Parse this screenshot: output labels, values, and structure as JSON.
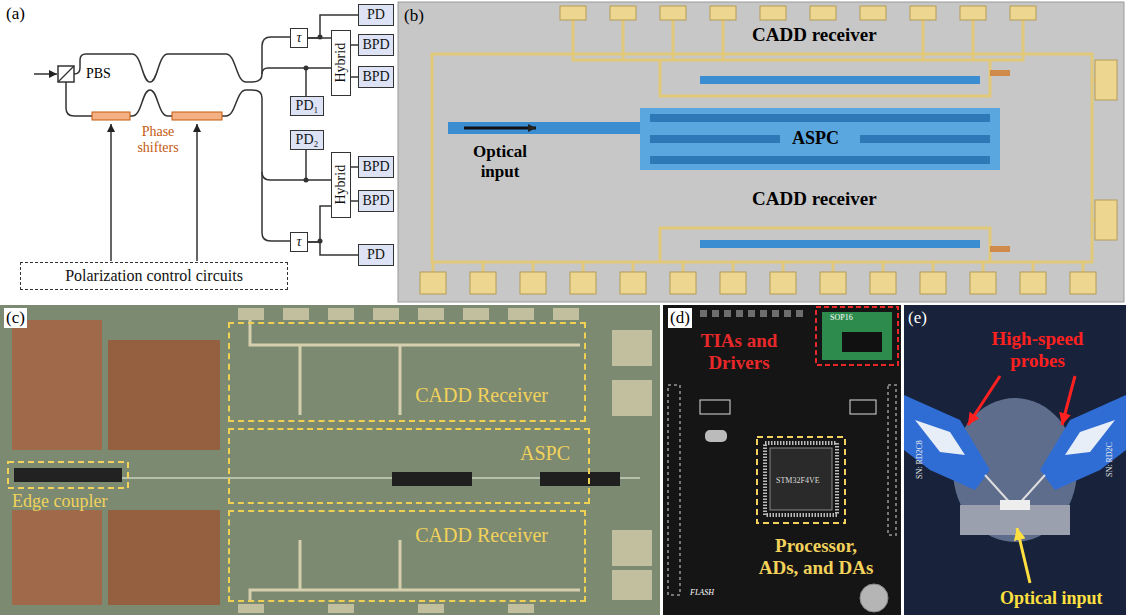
{
  "diagram": {
    "nodes": [
      {
        "text": [
          "τ"
        ]
      },
      {
        "text": [
          "PD"
        ]
      },
      {
        "text": [
          "Hybrid"
        ]
      },
      {
        "text": [
          "BPD"
        ]
      },
      {
        "text": [
          "BPD"
        ]
      },
      {
        "text": [
          "PD₁"
        ]
      },
      {
        "text": [
          "PD₂"
        ]
      },
      {
        "text": [
          "Hybrid"
        ]
      },
      {
        "text": [
          "BPD"
        ]
      },
      {
        "text": [
          "BPD"
        ]
      },
      {
        "text": [
          "τ"
        ]
      },
      {
        "text": [
          "PD"
        ]
      },
      {
        "text": [
          "Polarization control circuits"
        ]
      },
      {
        "text": [
          "CADD Receiver"
        ]
      },
      {
        "text": [
          "ASPC"
        ]
      },
      {
        "text": [
          "CADD Receiver"
        ]
      }
    ],
    "edges": [
      {
        "from": 0,
        "to": 1,
        "arrow": "none"
      },
      {
        "from": 0,
        "to": 2,
        "arrow": "none"
      },
      {
        "from": 2,
        "to": 3,
        "arrow": "none"
      },
      {
        "from": 2,
        "to": 4,
        "arrow": "none"
      },
      {
        "from": 7,
        "to": 8,
        "arrow": "none"
      },
      {
        "from": 7,
        "to": 9,
        "arrow": "none"
      },
      {
        "from": 10,
        "to": 7,
        "arrow": "none"
      },
      {
        "from": 10,
        "to": 11,
        "arrow": "none"
      }
    ],
    "labels": [
      "(a)",
      "PBS",
      "Phase shifters",
      "(b)",
      "CADD receiver",
      "Optical input",
      "ASPC",
      "CADD receiver",
      "(c)",
      "Edge coupler",
      "(d)",
      "TIAs and Drivers",
      "SOP16",
      "STM32F4VE",
      "FLASH",
      "Processor, ADs, and DAs",
      "(e)",
      "SN: RD2C8",
      "SN: RD2C",
      "High-speed probes",
      "Optical input"
    ]
  }
}
